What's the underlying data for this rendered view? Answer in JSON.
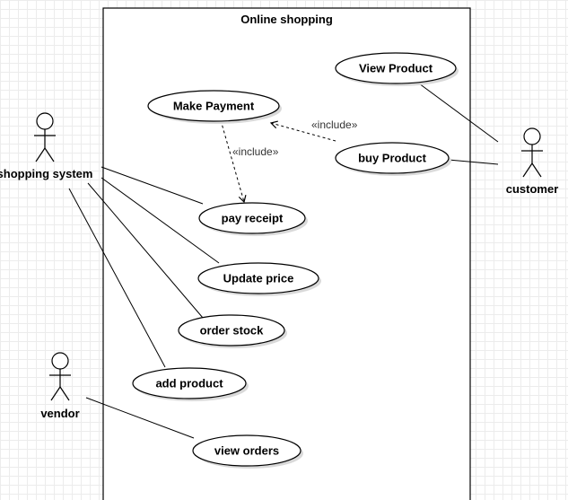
{
  "system": {
    "title": "Online shopping"
  },
  "actors": {
    "shopping_system": "shopping system",
    "customer": "customer",
    "vendor": "vendor"
  },
  "use_cases": {
    "view_product": "View Product",
    "make_payment": "Make Payment",
    "buy_product": "buy Product",
    "pay_receipt": "pay receipt",
    "update_price": "Update price",
    "order_stock": "order stock",
    "add_product": "add product",
    "view_orders": "view orders"
  },
  "relations": {
    "include_buy_to_payment": "«include»",
    "include_payment_to_receipt": "«include»"
  }
}
